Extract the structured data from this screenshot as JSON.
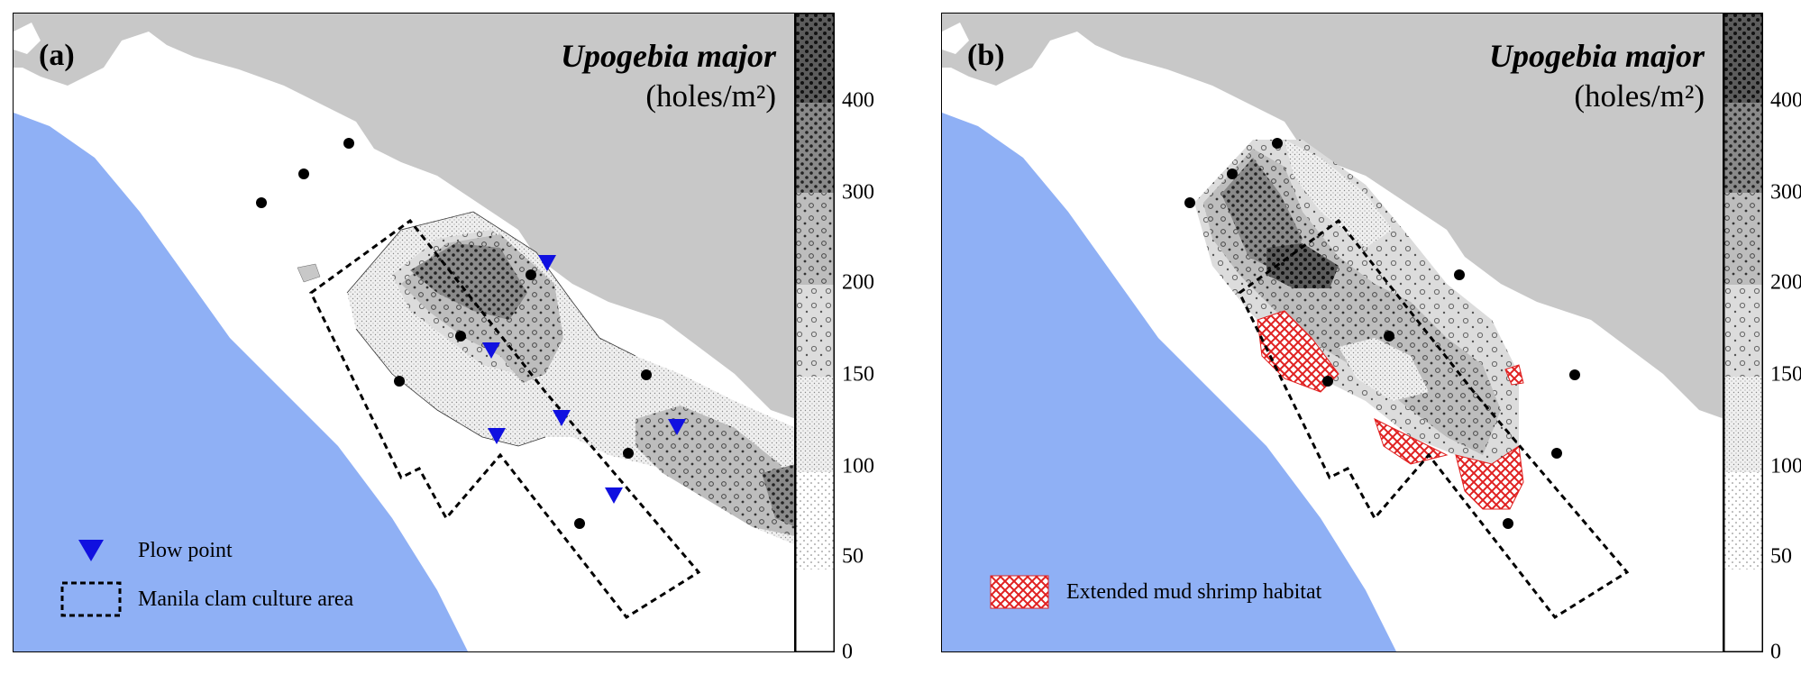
{
  "panels": [
    {
      "label": "(a)",
      "species": "Upogebia major",
      "unit": "(holes/m²)",
      "legend": [
        {
          "symbol": "blue-triangle",
          "text": "Plow point"
        },
        {
          "symbol": "dashed-rectangle",
          "text": "Manila clam culture area"
        }
      ]
    },
    {
      "label": "(b)",
      "species": "Upogebia major",
      "unit": "(holes/m²)",
      "legend": [
        {
          "symbol": "red-hatched-patch",
          "text": "Extended mud shrimp habitat"
        }
      ]
    }
  ],
  "colorbar": {
    "ticks": [
      "0",
      "50",
      "100",
      "150",
      "200",
      "300",
      "400"
    ],
    "classes": [
      {
        "range": [
          0,
          50
        ],
        "fill": "white"
      },
      {
        "range": [
          50,
          100
        ],
        "fill": "sparse-dots"
      },
      {
        "range": [
          100,
          150
        ],
        "fill": "fine-stipple"
      },
      {
        "range": [
          150,
          200
        ],
        "fill": "light-grey-circles"
      },
      {
        "range": [
          200,
          300
        ],
        "fill": "grey-dots-circles"
      },
      {
        "range": [
          300,
          400
        ],
        "fill": "dark-grey-dots"
      },
      {
        "range": [
          400,
          500
        ],
        "fill": "darkest-grey-dots"
      }
    ]
  },
  "colors": {
    "land": "#c8c8c8",
    "sea": "#8fb0f5",
    "plow_point": "#1010e0",
    "station": "#000000",
    "extended_habitat": "#e02020"
  }
}
